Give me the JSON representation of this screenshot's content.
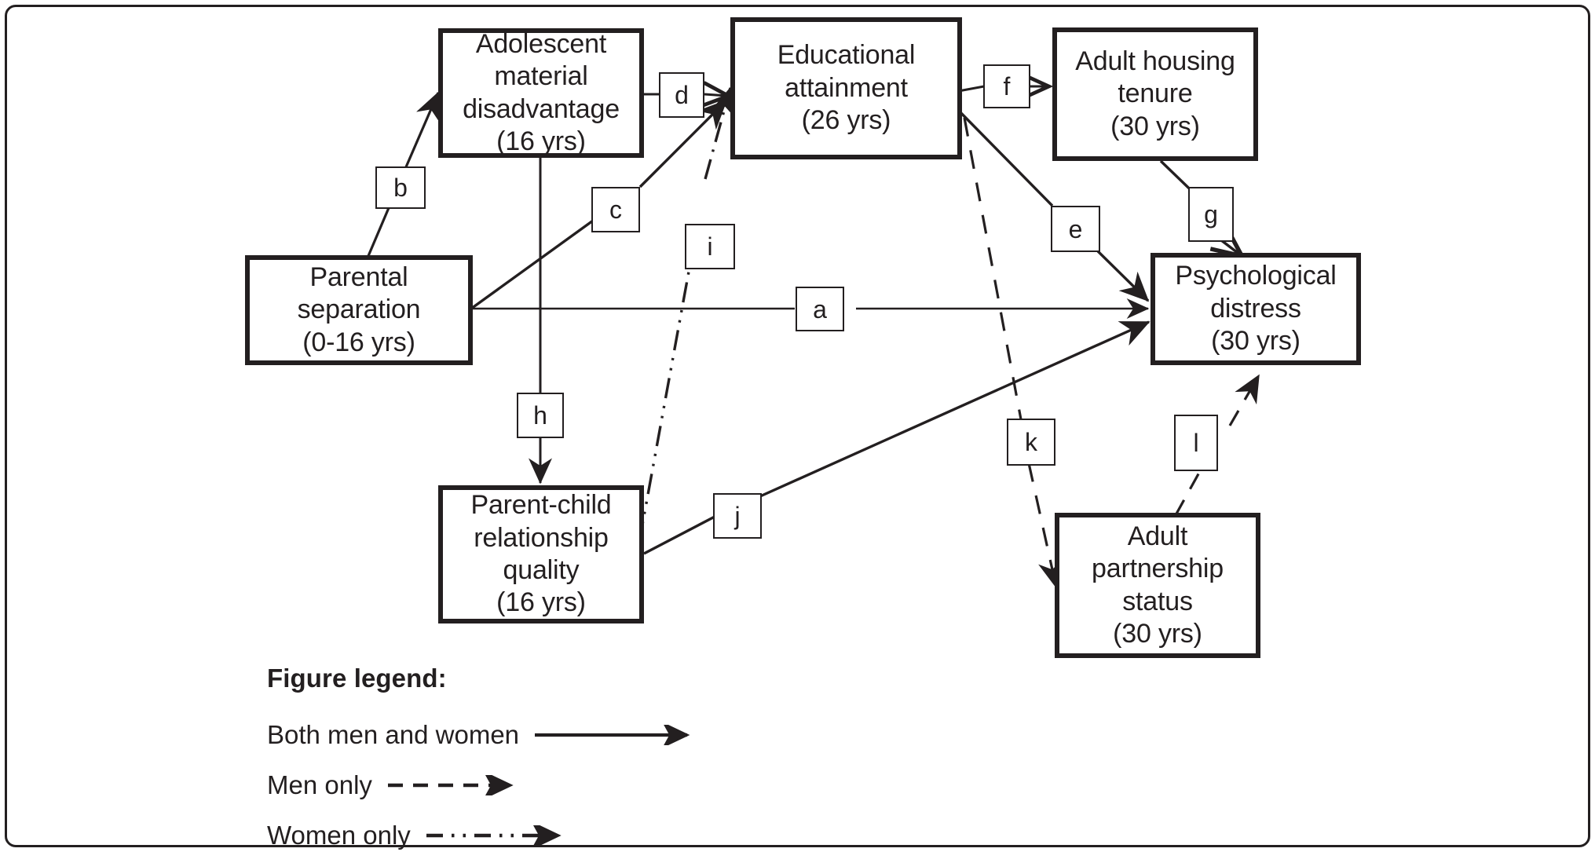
{
  "figure": {
    "type": "path-diagram",
    "title": "",
    "nodes": [
      {
        "id": "parental_separation",
        "label": "Parental\nseparation\n(0-16 yrs)"
      },
      {
        "id": "adolescent_material_disadvantage",
        "label": "Adolescent\nmaterial\ndisadvantage\n(16 yrs)"
      },
      {
        "id": "educational_attainment",
        "label": "Educational\nattainment\n(26 yrs)"
      },
      {
        "id": "adult_housing_tenure",
        "label": "Adult housing\ntenure\n(30 yrs)"
      },
      {
        "id": "psychological_distress",
        "label": "Psychological\ndistress\n(30 yrs)"
      },
      {
        "id": "parent_child_relationship_quality",
        "label": "Parent-child\nrelationship\nquality\n(16 yrs)"
      },
      {
        "id": "adult_partnership_status",
        "label": "Adult\npartnership\nstatus\n(30 yrs)"
      }
    ],
    "path_labels": [
      {
        "id": "a",
        "label": "a",
        "from": "parental_separation",
        "to": "psychological_distress",
        "style": "both"
      },
      {
        "id": "b",
        "label": "b",
        "from": "parental_separation",
        "to": "adolescent_material_disadvantage",
        "style": "both"
      },
      {
        "id": "c",
        "label": "c",
        "from": "parental_separation",
        "to": "educational_attainment",
        "style": "both"
      },
      {
        "id": "d",
        "label": "d",
        "from": "adolescent_material_disadvantage",
        "to": "educational_attainment",
        "style": "both"
      },
      {
        "id": "e",
        "label": "e",
        "from": "educational_attainment",
        "to": "psychological_distress",
        "style": "both"
      },
      {
        "id": "f",
        "label": "f",
        "from": "educational_attainment",
        "to": "adult_housing_tenure",
        "style": "both"
      },
      {
        "id": "g",
        "label": "g",
        "from": "adult_housing_tenure",
        "to": "psychological_distress",
        "style": "both"
      },
      {
        "id": "h",
        "label": "h",
        "from": "adolescent_material_disadvantage",
        "to": "parent_child_relationship_quality",
        "style": "both"
      },
      {
        "id": "i",
        "label": "i",
        "from": "parent_child_relationship_quality",
        "to": "educational_attainment",
        "style": "women"
      },
      {
        "id": "j",
        "label": "j",
        "from": "parent_child_relationship_quality",
        "to": "psychological_distress",
        "style": "both"
      },
      {
        "id": "k",
        "label": "k",
        "from": "educational_attainment",
        "to": "adult_partnership_status",
        "style": "men"
      },
      {
        "id": "l",
        "label": "l",
        "from": "adult_partnership_status",
        "to": "psychological_distress",
        "style": "men"
      }
    ]
  },
  "legend": {
    "title": "Figure legend:",
    "items": [
      {
        "id": "both",
        "label": "Both men and women",
        "line_style": "solid"
      },
      {
        "id": "men",
        "label": "Men only",
        "line_style": "dashed"
      },
      {
        "id": "women",
        "label": "Women only",
        "line_style": "dash-dot-dot"
      }
    ]
  },
  "colors": {
    "ink": "#231f20",
    "background": "#ffffff"
  }
}
